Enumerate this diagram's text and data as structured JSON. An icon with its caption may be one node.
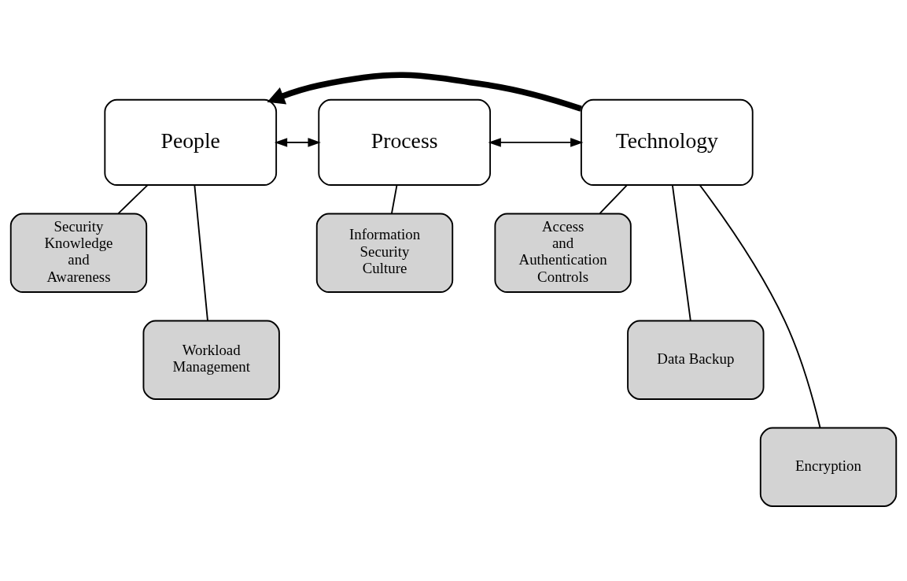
{
  "diagram": {
    "nodes": [
      {
        "text": [
          "People"
        ]
      },
      {
        "text": [
          "Process"
        ]
      },
      {
        "text": [
          "Technology"
        ]
      },
      {
        "text": [
          "Security Knowledge and Awareness"
        ]
      },
      {
        "text": [
          "Workload Management"
        ]
      },
      {
        "text": [
          "Information Security Culture"
        ]
      },
      {
        "text": [
          "Access and Authentication Controls"
        ]
      },
      {
        "text": [
          "Data Backup"
        ]
      },
      {
        "text": [
          "Encryption"
        ]
      }
    ],
    "edges": [
      {
        "from": 0,
        "to": 1,
        "arrow": "both"
      },
      {
        "from": 1,
        "to": 2,
        "arrow": "both"
      },
      {
        "from": 2,
        "to": 0,
        "arrow": "to",
        "style": "thick"
      },
      {
        "from": 0,
        "to": 3,
        "arrow": "none"
      },
      {
        "from": 0,
        "to": 4,
        "arrow": "none"
      },
      {
        "from": 1,
        "to": 5,
        "arrow": "none"
      },
      {
        "from": 2,
        "to": 6,
        "arrow": "none"
      },
      {
        "from": 2,
        "to": 7,
        "arrow": "none"
      },
      {
        "from": 2,
        "to": 8,
        "arrow": "none"
      }
    ]
  }
}
